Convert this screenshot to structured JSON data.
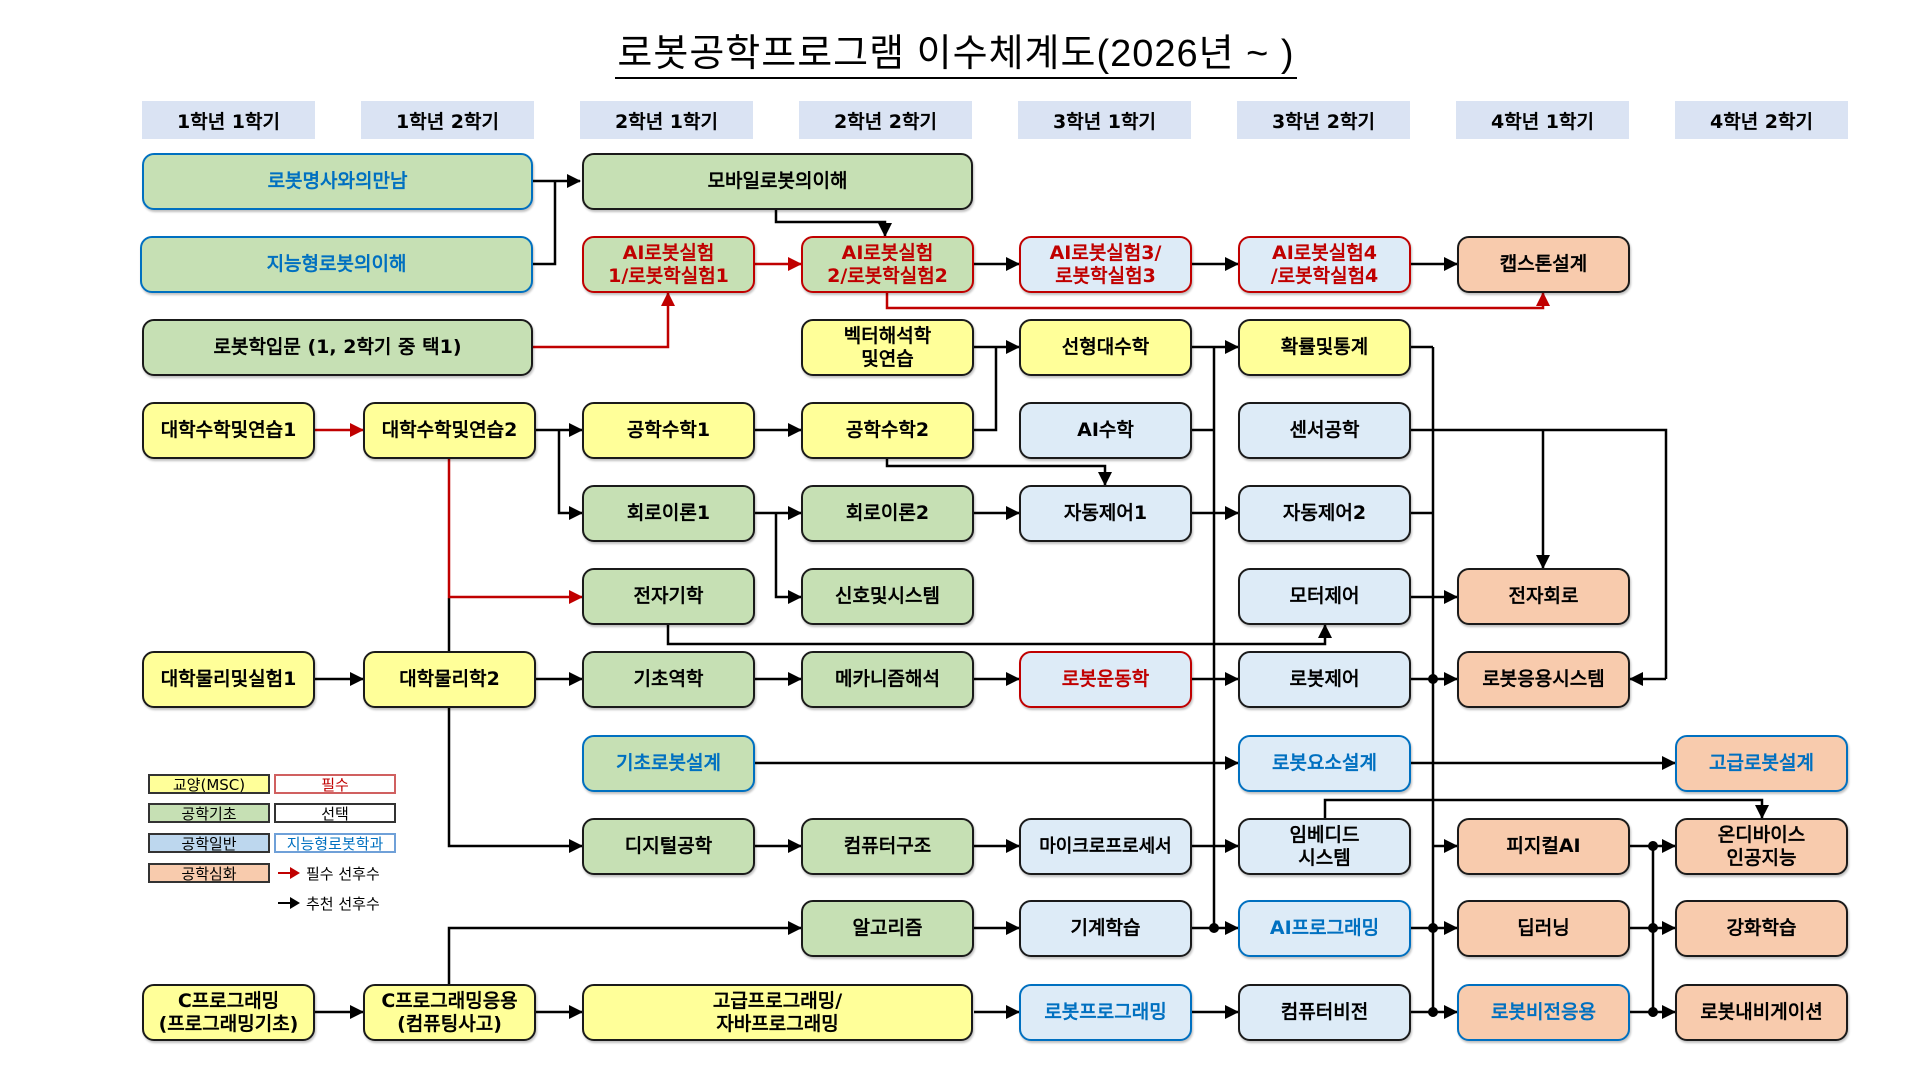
{
  "title": "로봇공학프로그램  이수체계도(2026년 ~    )",
  "semesters": [
    "1학년 1학기",
    "1학년 2학기",
    "2학년 1학기",
    "2학년 2학기",
    "3학년 1학기",
    "3학년 2학기",
    "4학년 1학기",
    "4학년 2학기"
  ],
  "colors": {
    "msc": "#ffff99",
    "base": "#c6e0b4",
    "general": "#ddebf7",
    "advanced": "#f8cbad",
    "required_border": "#c00000",
    "department_border": "#0070c0",
    "header_bg": "#dae3f3"
  },
  "courses": {
    "robot_masters": "로봇명사와의만남",
    "intelligent_robot_intro": "지능형로봇의이해",
    "robotics_intro": "로봇학입문 (1, 2학기 중 택1)",
    "calculus1": "대학수학및연습1",
    "calculus2": "대학수학및연습2",
    "physics1": "대학물리및실험1",
    "physics2": "대학물리학2",
    "c_programming_1": "C프로그래밍",
    "c_programming_2": "(프로그래밍기초)",
    "c_programming_app_1": "C프로그래밍응용",
    "c_programming_app_2": "(컴퓨팅사고)",
    "mobile_robot": "모바일로봇의이해",
    "ai_robot_lab1_1": "AI로봇실험",
    "ai_robot_lab1_2": "1/로봇학실험1",
    "eng_math1": "공학수학1",
    "circuit1": "회로이론1",
    "electromagnetics": "전자기학",
    "basic_mechanics": "기초역학",
    "basic_robot_design": "기초로봇설계",
    "digital_eng": "디지털공학",
    "adv_programming_1": "고급프로그래밍/",
    "adv_programming_2": "자바프로그래밍",
    "ai_robot_lab2_1": "AI로봇실험",
    "ai_robot_lab2_2": "2/로봇학실험2",
    "vector_analysis_1": "벡터해석학",
    "vector_analysis_2": "및연습",
    "eng_math2": "공학수학2",
    "circuit2": "회로이론2",
    "signals": "신호및시스템",
    "mechanism": "메카니즘해석",
    "comp_arch": "컴퓨터구조",
    "algorithm": "알고리즘",
    "ai_robot_lab3_1": "AI로봇실험3/",
    "ai_robot_lab3_2": "로봇학실험3",
    "linear_algebra": "선형대수학",
    "ai_math": "AI수학",
    "auto_control1": "자동제어1",
    "robot_kinematics": "로봇운동학",
    "microprocessor": "마이크로프로세서",
    "machine_learning": "기계학습",
    "robot_programming": "로봇프로그래밍",
    "ai_robot_lab4_1": "AI로봇실험4",
    "ai_robot_lab4_2": "/로봇학실험4",
    "probability": "확률및통계",
    "sensor_eng": "센서공학",
    "auto_control2": "자동제어2",
    "motor_control": "모터제어",
    "robot_control": "로봇제어",
    "robot_element_design": "로봇요소설계",
    "embedded_1": "임베디드",
    "embedded_2": "시스템",
    "ai_programming": "AI프로그래밍",
    "computer_vision": "컴퓨터비전",
    "capstone": "캡스톤설계",
    "electronic_circuit": "전자회로",
    "robot_app_system": "로봇응용시스템",
    "physical_ai": "피지컬AI",
    "deep_learning": "딥러닝",
    "robot_vision_app": "로봇비전응용",
    "advanced_robot_design": "고급로봇설계",
    "ondevice_ai_1": "온디바이스",
    "ondevice_ai_2": "인공지능",
    "reinforcement_learning": "강화학습",
    "robot_navigation": "로봇내비게이션"
  },
  "legend": {
    "msc": "교양(MSC)",
    "base": "공학기초",
    "general": "공학일반",
    "advanced": "공학심화",
    "required": "필수",
    "elective": "선택",
    "department": "지능형로봇학과",
    "required_prereq": "필수 선후수",
    "recommended_prereq": "추천 선후수"
  }
}
